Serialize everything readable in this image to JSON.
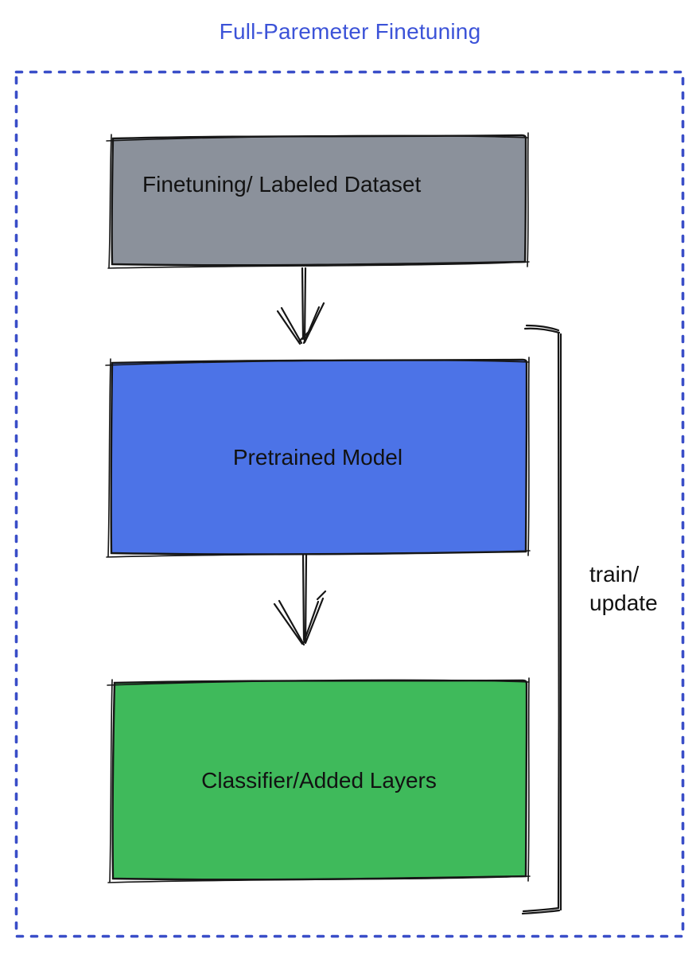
{
  "title": {
    "text": "Full-Paremeter Finetuning",
    "color": "#3C53D8"
  },
  "border": {
    "color": "#3A4EC8",
    "style": "dotted"
  },
  "boxes": [
    {
      "id": "dataset",
      "label": "Finetuning/ Labeled Dataset",
      "fill": "#8B919B"
    },
    {
      "id": "pretrained",
      "label": "Pretrained Model",
      "fill": "#4C73E7"
    },
    {
      "id": "classifier",
      "label": "Classifier/Added Layers",
      "fill": "#3FBA5B"
    }
  ],
  "bracket": {
    "label_lines": [
      "train/",
      "update"
    ]
  },
  "sketch_color": "#161616"
}
